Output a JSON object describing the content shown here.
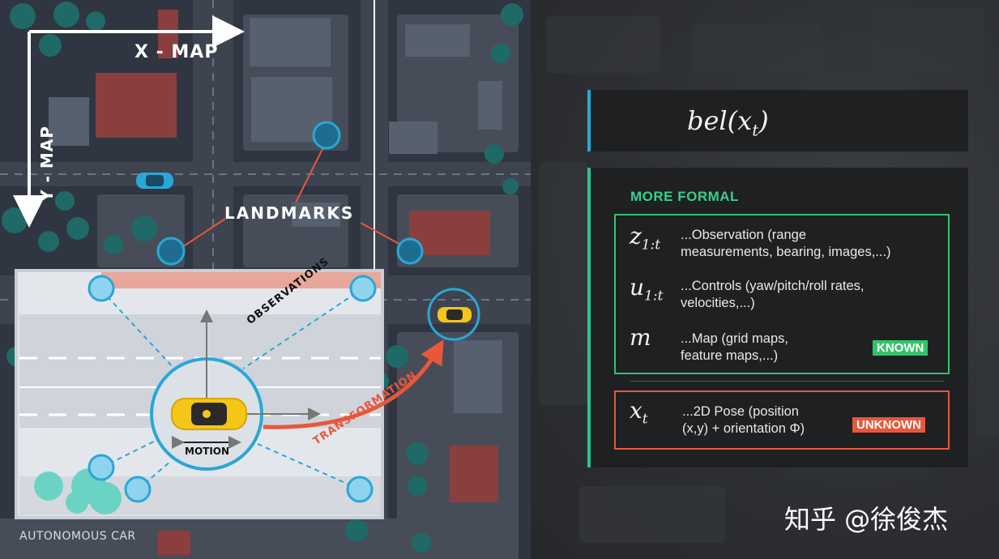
{
  "map": {
    "x_axis_label": "X - MAP",
    "y_axis_label": "Y - MAP",
    "landmarks_label": "LANDMARKS",
    "observations_label": "OBSERVATIONS",
    "transformation_label": "TRANSFORMATION",
    "motion_label": "MOTION",
    "autonomous_car_label": "AUTONOMOUS CAR"
  },
  "belief": {
    "symbol": "bel(x",
    "subscript": "t",
    "close": ")"
  },
  "formal": {
    "title": "MORE FORMAL",
    "items": [
      {
        "symbol": "z",
        "subscript": "1:t",
        "description": "...Observation (range\nmeasurements, bearing, images,...)"
      },
      {
        "symbol": "u",
        "subscript": "1:t",
        "description": "...Controls (yaw/pitch/roll rates,\nvelocities,...)"
      },
      {
        "symbol": "m",
        "subscript": "",
        "description": "...Map (grid maps,\n feature maps,...)"
      }
    ],
    "known_badge": "KNOWN",
    "pose": {
      "symbol": "x",
      "subscript": "t",
      "description": "...2D Pose (position\n(x,y) + orientation Φ)"
    },
    "unknown_badge": "UNKNOWN"
  },
  "watermark": "知乎 @徐俊杰",
  "colors": {
    "landmark": "#2aa7d6",
    "transformation": "#e8573a",
    "known": "#33c46b",
    "unknown": "#e8573a",
    "formal_title": "#35d08f",
    "car": "#f5c518"
  }
}
